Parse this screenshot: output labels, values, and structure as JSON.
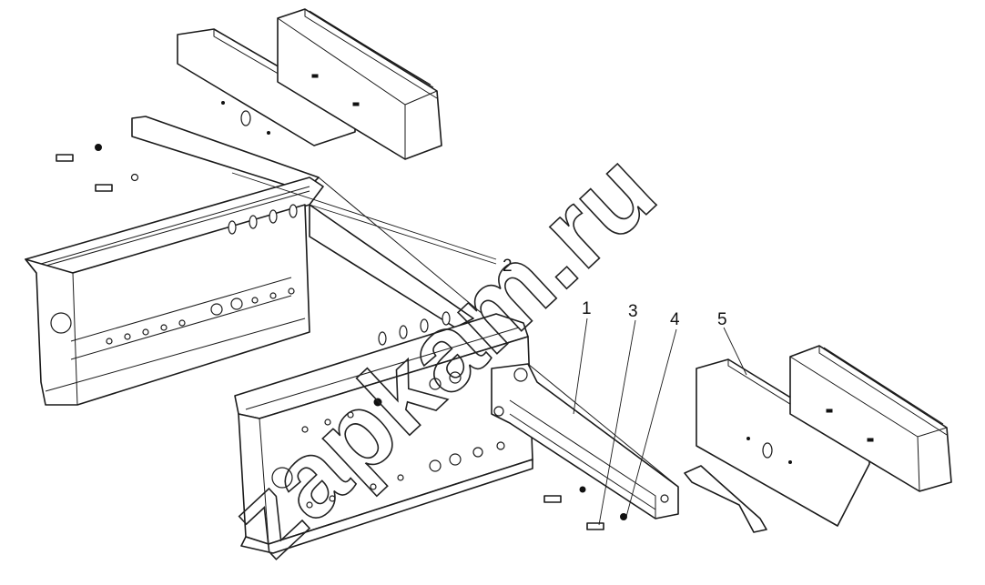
{
  "watermark": "zapkam.ru",
  "callouts": [
    {
      "id": "callout-2",
      "label": "2"
    },
    {
      "id": "callout-1",
      "label": "1"
    },
    {
      "id": "callout-3",
      "label": "3"
    },
    {
      "id": "callout-4",
      "label": "4"
    },
    {
      "id": "callout-5",
      "label": "5"
    }
  ],
  "colors": {
    "line": "#1a1a1a",
    "background": "#ffffff"
  }
}
